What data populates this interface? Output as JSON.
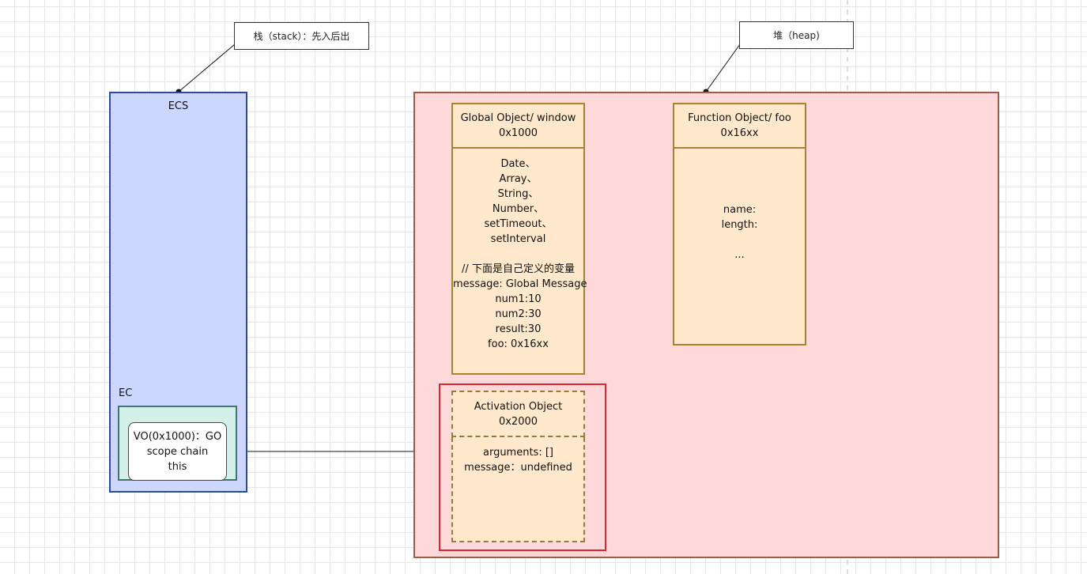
{
  "callouts": {
    "stack": "栈（stack）：先入后出",
    "heap": "堆（heap)"
  },
  "ecs": {
    "title": "ECS",
    "ec_label": "EC",
    "vo_lines": [
      "VO(0x1000)：GO",
      "scope chain",
      "this"
    ]
  },
  "global_object": {
    "title": "Global Object/ window",
    "address": "0x1000",
    "lines": [
      "Date、",
      "Array、",
      "String、",
      "Number、",
      "setTimeout、",
      "setInterval",
      "",
      "// 下面是自己定义的变量",
      "message: Global Message",
      "num1:10",
      "num2:30",
      "result:30",
      "foo: 0x16xx"
    ]
  },
  "function_object": {
    "title": "Function Object/ foo",
    "address": "0x16xx",
    "lines": [
      "name:",
      "length:",
      "",
      "..."
    ]
  },
  "activation_object": {
    "title": "Activation Object",
    "address": "0x2000",
    "lines": [
      "arguments: []",
      "message：undefined"
    ]
  }
}
